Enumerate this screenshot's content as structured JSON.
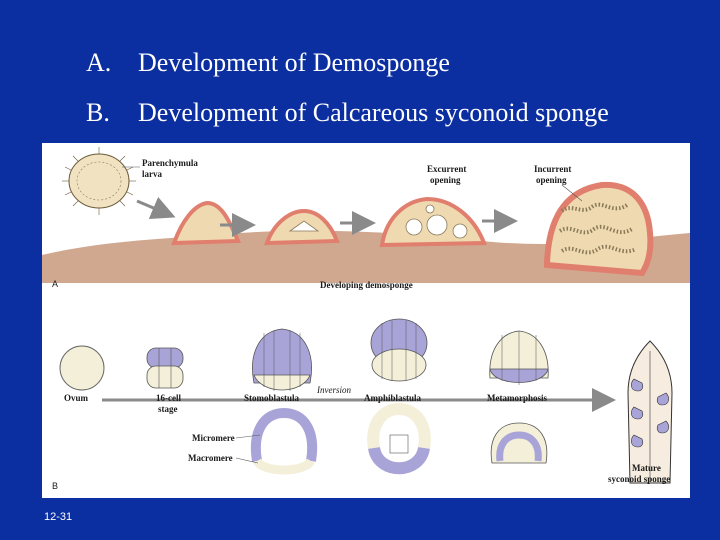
{
  "slide": {
    "items": [
      {
        "letter": "A.",
        "text": "Development of Demosponge"
      },
      {
        "letter": "B.",
        "text": "Development of Calcareous syconoid sponge"
      }
    ],
    "slide_number": "12-31"
  },
  "figure": {
    "panel_a": {
      "letter": "A",
      "parenchymula": [
        "Parenchymula",
        "larva"
      ],
      "excurrent": [
        "Excurrent",
        "opening"
      ],
      "incurrent": [
        "Incurrent",
        "opening"
      ],
      "caption": "Developing demosponge"
    },
    "panel_b": {
      "letter": "B",
      "ovum": "Ovum",
      "sixteen_cell": [
        "16-cell",
        "stage"
      ],
      "stomoblastula": "Stomoblastula",
      "inversion": "Inversion",
      "amphiblastula": "Amphiblastula",
      "metamorphosis": "Metamorphosis",
      "micromere": "Micromere",
      "macromere": "Macromere",
      "mature": [
        "Mature",
        "syconoid sponge"
      ]
    }
  },
  "colors": {
    "background": "#0b2ea0",
    "ground": "#cfa88f",
    "sponge_pink": "#e07f6e",
    "sponge_tan": "#efd9b0",
    "cell_lavender": "#a9a4d8",
    "cell_cream": "#f4efd9",
    "arrow_gray": "#8a8a8a"
  }
}
